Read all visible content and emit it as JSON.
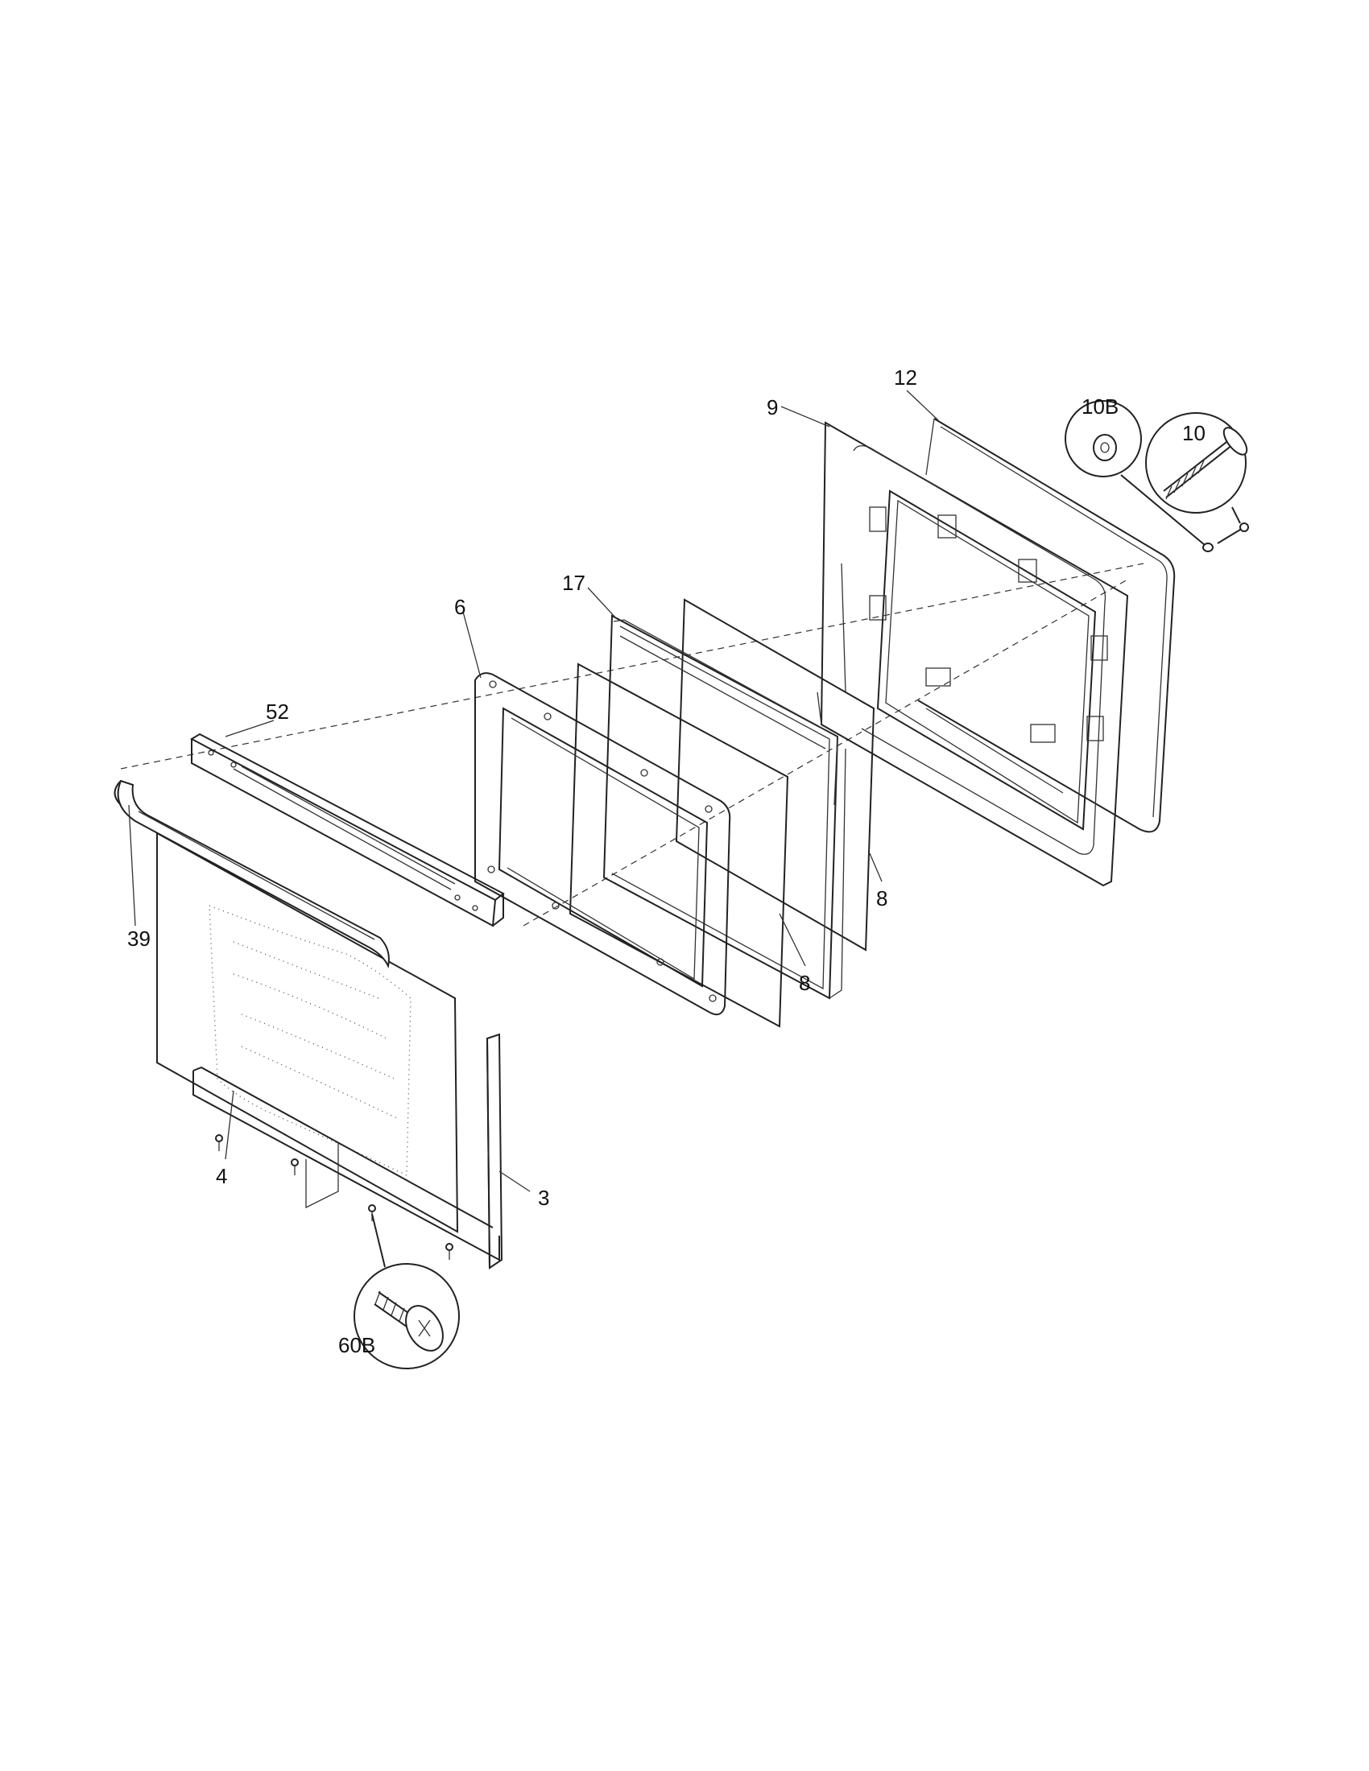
{
  "labels": {
    "p3": "3",
    "p4": "4",
    "p6": "6",
    "p8a": "8",
    "p8b": "8",
    "p9": "9",
    "p10": "10",
    "p10b": "10B",
    "p12": "12",
    "p17": "17",
    "p39": "39",
    "p52": "52",
    "p60b": "60B"
  }
}
